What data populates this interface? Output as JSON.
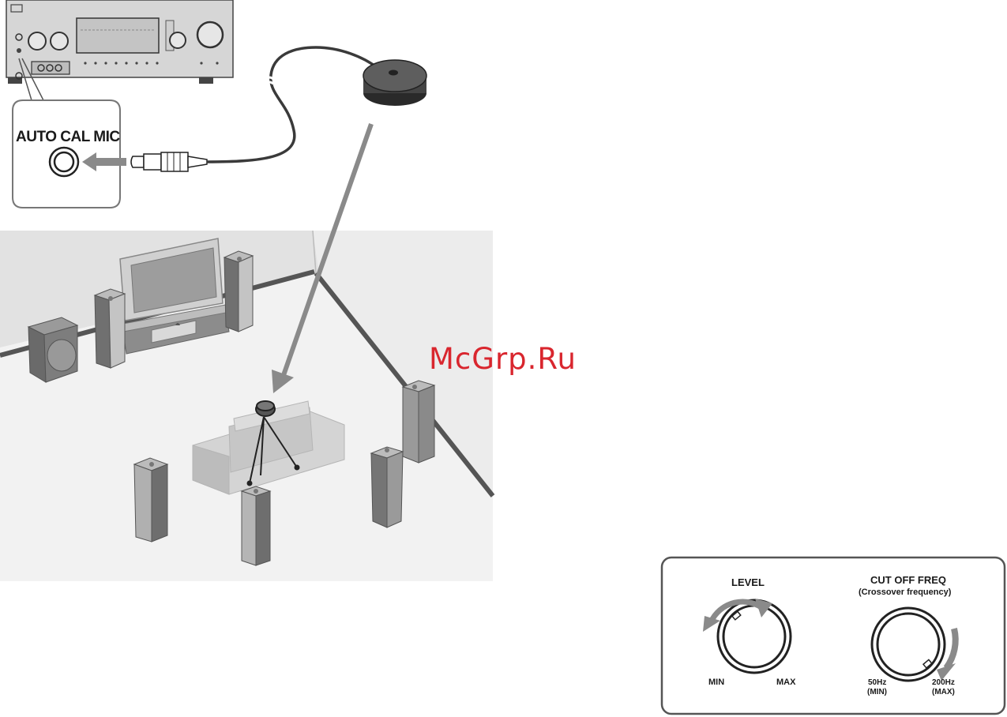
{
  "callout": {
    "jack_label": "AUTO CAL MIC"
  },
  "watermark": {
    "text": "McGrp.Ru"
  },
  "subwoofer_panel": {
    "level": {
      "label": "LEVEL",
      "min": "MIN",
      "max": "MAX"
    },
    "crossover": {
      "label": "CUT OFF FREQ",
      "sublabel": "(Crossover frequency)",
      "min_value": "50Hz",
      "min_note": "(MIN)",
      "max_value": "200Hz",
      "max_note": "(MAX)"
    }
  },
  "colors": {
    "outline": "#555555",
    "arrow": "#8a8a8a",
    "speaker_dark": "#6f6f6f",
    "speaker_light": "#c9c9c9",
    "watermark": "#d9262e"
  }
}
